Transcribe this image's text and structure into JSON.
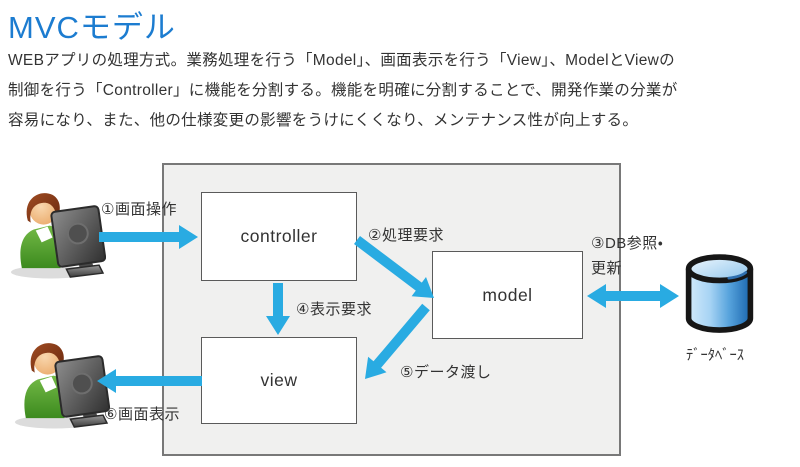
{
  "page": {
    "title": "MVCモデル",
    "description": "WEBアプリの処理方式。業務処理を行う「Model」、画面表示を行う「View」、ModelとViewの\n制御を行う「Controller」に機能を分割する。機能を明確に分割することで、開発作業の分業が\n容易になり、また、他の仕様変更の影響をうけにくくなり、メンテナンス性が向上する。"
  },
  "diagram": {
    "boxes": {
      "controller": {
        "label": "controller"
      },
      "model": {
        "label": "model"
      },
      "view": {
        "label": "view"
      }
    },
    "flow_labels": {
      "step1": "①画面操作",
      "step2": "②処理要求",
      "step3": "③DB参照・\n更新",
      "step4": "④表示要求",
      "step5": "⑤データ渡し",
      "step6": "⑥画面表示"
    },
    "database_label": "ﾃﾞｰﾀﾍﾞｰｽ",
    "icons": {
      "user_top": "user-at-computer-icon",
      "user_bottom": "user-at-computer-icon",
      "database": "database-cylinder-icon"
    }
  },
  "colors": {
    "title": "#1c7cd0",
    "body_text": "#333333",
    "arrow": "#29abe2",
    "panel_bg": "#f0f0ef",
    "panel_border": "#787878",
    "box_border": "#5a5a5a",
    "box_bg": "#ffffff"
  }
}
